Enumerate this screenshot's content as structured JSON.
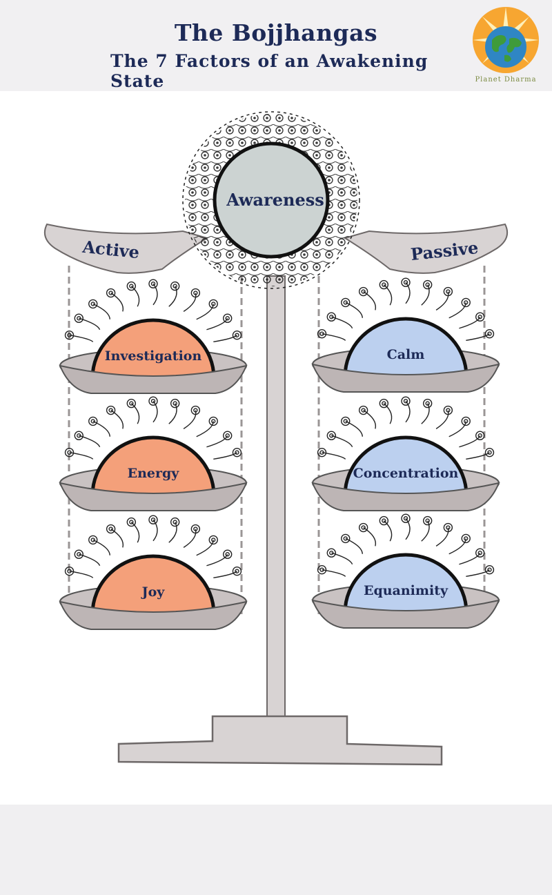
{
  "header": {
    "title": "The Bojjhangas",
    "subtitle": "The 7 Factors of an Awakening State",
    "logo_text": "Planet Dharma"
  },
  "diagram": {
    "center": "Awareness",
    "left_label": "Active",
    "right_label": "Passive",
    "active_factors": [
      "Investigation",
      "Energy",
      "Joy"
    ],
    "passive_factors": [
      "Calm",
      "Concentration",
      "Equanimity"
    ]
  },
  "colors": {
    "title": "#1d2a57",
    "active_fill": "#f4a07a",
    "passive_fill": "#bcd0ef",
    "center_fill": "#ccd3d2",
    "stand": "#d8d3d3"
  }
}
